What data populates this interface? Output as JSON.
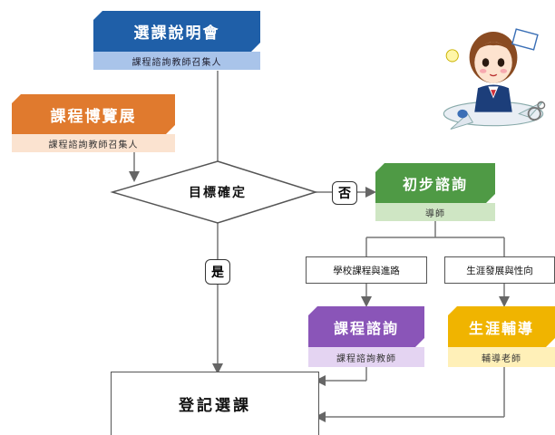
{
  "nodes": {
    "seminar": {
      "title": "選課說明會",
      "sub": "課程諮詢教師召集人"
    },
    "fair": {
      "title": "課程博覽展",
      "sub": "課程諮詢教師召集人"
    },
    "decision": {
      "label": "目標確定"
    },
    "no": "否",
    "yes": "是",
    "initial": {
      "title": "初步諮詢",
      "sub": "導師"
    },
    "school": {
      "label": "學校課程與進路"
    },
    "career_dir": {
      "label": "生涯發展與性向"
    },
    "course_consult": {
      "title": "課程諮詢",
      "sub": "課程諮詢教師"
    },
    "career_guide": {
      "title": "生涯輔導",
      "sub": "輔導老師"
    },
    "register": {
      "label": "登記選課"
    }
  },
  "colors": {
    "blue": "#1f5fa8",
    "blue_sub": "#a9c4ea",
    "orange": "#e07a2e",
    "orange_sub": "#fbe3d0",
    "green": "#4f9a45",
    "green_sub": "#cfe6c4",
    "purple": "#8a55b8",
    "purple_sub": "#e4d4f2",
    "yellow": "#f0b400",
    "yellow_sub": "#fff0b8"
  },
  "illustration": {
    "icon": "girl-on-airplane-icon"
  }
}
